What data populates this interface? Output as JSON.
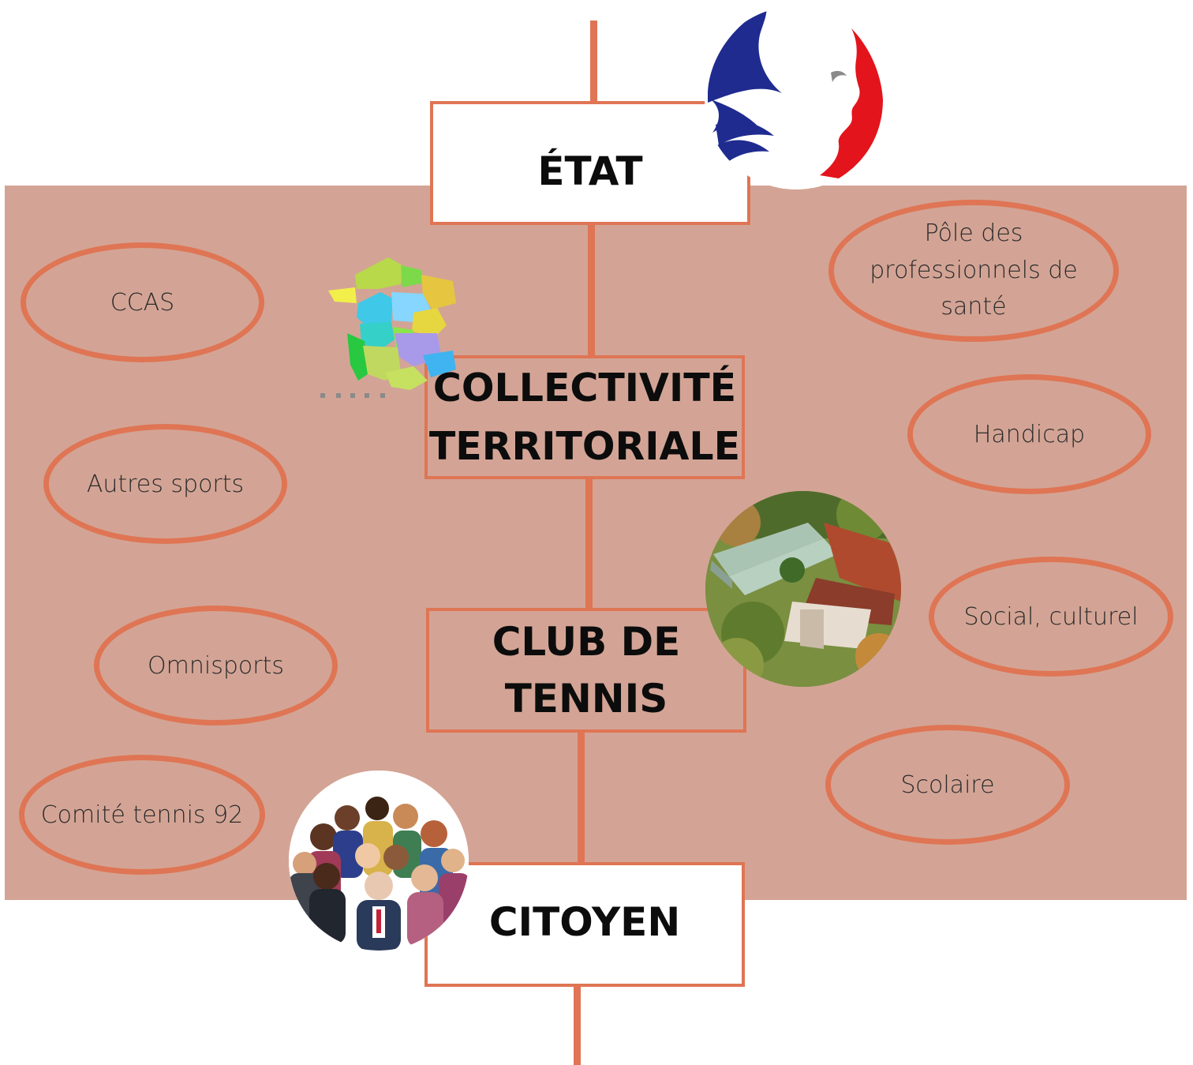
{
  "levels": {
    "etat": "ÉTAT",
    "collectivite": [
      "COLLECTIVITÉ",
      "TERRITORIALE"
    ],
    "club": [
      "CLUB DE",
      "TENNIS"
    ],
    "citoyen": "CITOYEN"
  },
  "partners_left": {
    "ccas": "CCAS",
    "autres_sports": "Autres sports",
    "omnisports": "Omnisports",
    "comite": "Comité tennis 92"
  },
  "partners_right": {
    "pole_sante": [
      "Pôle des",
      "professionnels de",
      "santé"
    ],
    "handicap": "Handicap",
    "social": "Social, culturel",
    "scolaire": "Scolaire"
  },
  "images": {
    "marianne": "marianne-logo",
    "france_map": "france-regions-map",
    "tennis_club": "tennis-club-aerial-photo",
    "citizens": "citizens-group-illustration"
  },
  "colors": {
    "accent": "#df7554",
    "band": "#d3a495",
    "text": "#0c0c0c",
    "marianne_blue": "#1f2b8f",
    "marianne_red": "#e3141b"
  }
}
